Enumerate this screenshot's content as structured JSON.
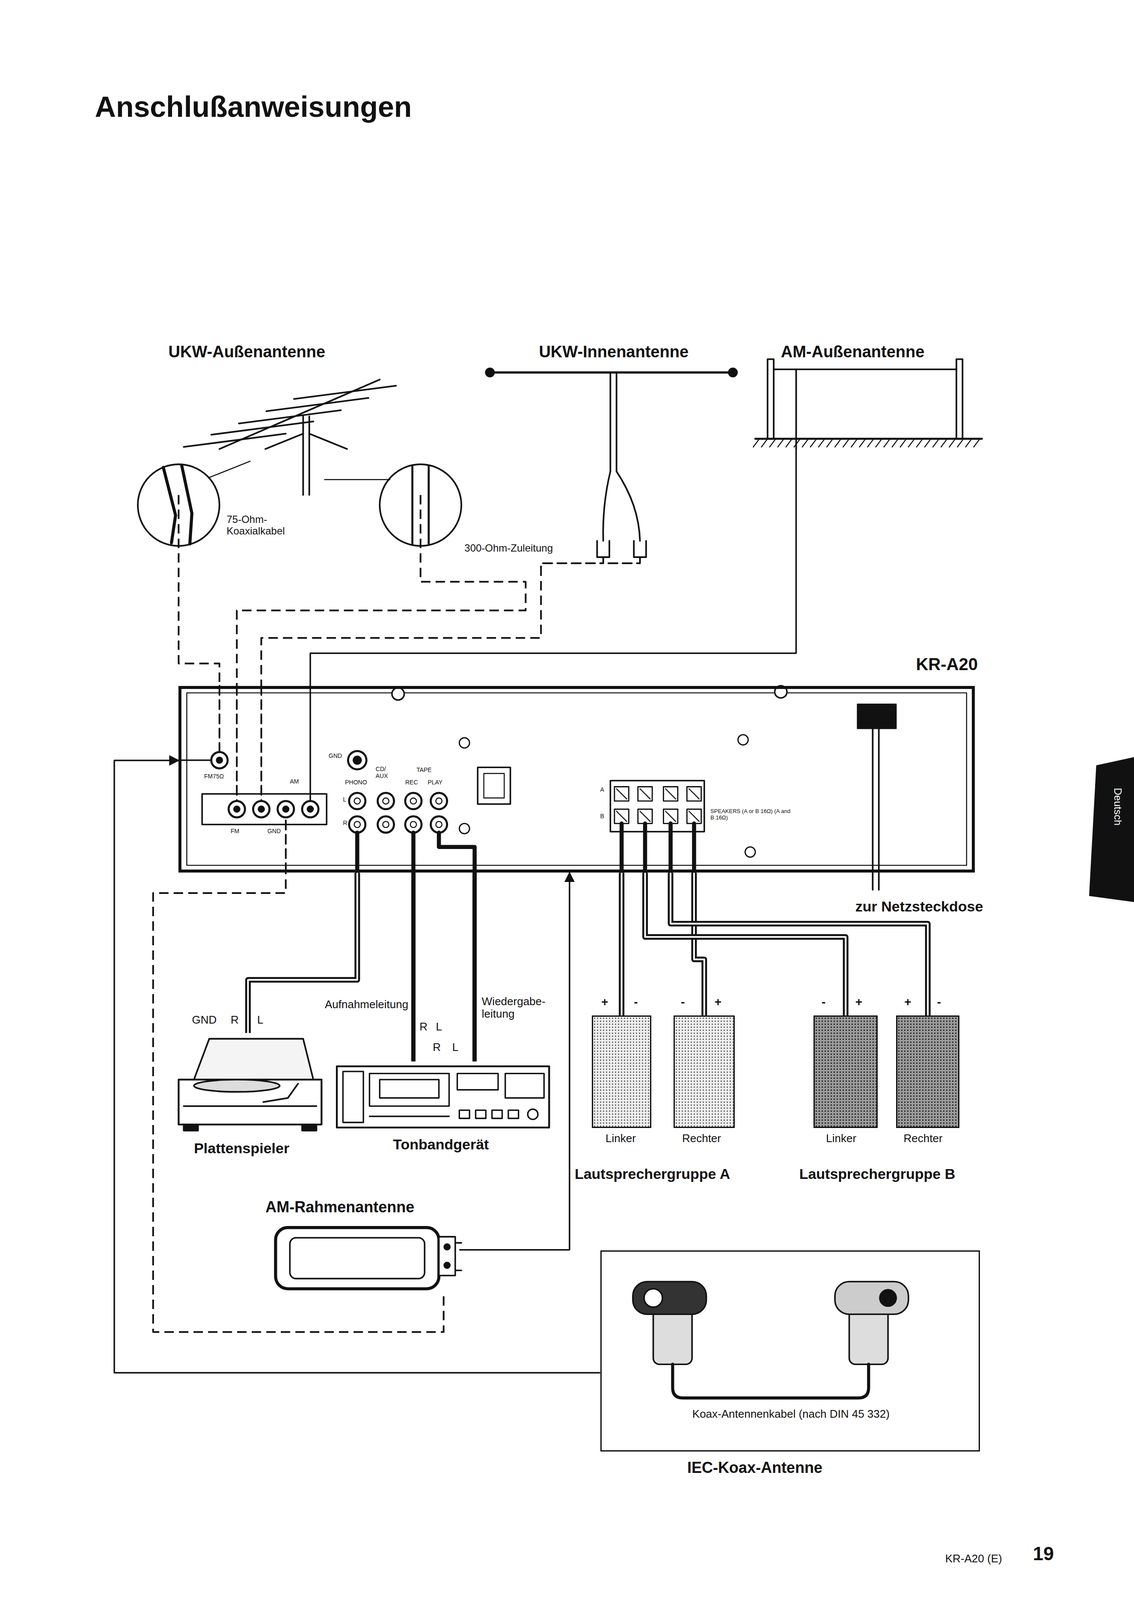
{
  "diagram": {
    "title": "Anschlußanweisungen",
    "nodes": [
      {
        "text": [
          "UKW-Außenantenne"
        ]
      },
      {
        "text": [
          "UKW-Innenantenne"
        ]
      },
      {
        "text": [
          "AM-Außenantenne"
        ]
      },
      {
        "text": [
          "KR-A20"
        ]
      },
      {
        "text": [
          "Plattenspieler"
        ]
      },
      {
        "text": [
          "Tonbandgerät"
        ]
      },
      {
        "text": [
          "Linker"
        ]
      },
      {
        "text": [
          "Rechter"
        ]
      },
      {
        "text": [
          "Linker"
        ]
      },
      {
        "text": [
          "Rechter"
        ]
      },
      {
        "text": [
          "AM-Rahmenantenne"
        ]
      },
      {
        "text": [
          "Koax-Antennenkabel (nach DIN 45 332)",
          "IEC-Koax-Antenne"
        ]
      }
    ],
    "edges": [
      {
        "from": 0,
        "to": 3,
        "arrow": "none"
      },
      {
        "from": 0,
        "to": 3,
        "arrow": "none"
      },
      {
        "from": 1,
        "to": 3,
        "arrow": "none"
      },
      {
        "from": 2,
        "to": 3,
        "arrow": "none"
      },
      {
        "from": 4,
        "to": 3,
        "arrow": "none"
      },
      {
        "from": 3,
        "to": 5,
        "label": "Aufnahmeleitung",
        "arrow": "none"
      },
      {
        "from": 5,
        "to": 3,
        "label": "Wiedergabe- leitung",
        "arrow": "none"
      },
      {
        "from": 6,
        "to": 3,
        "arrow": "none"
      },
      {
        "from": 7,
        "to": 3,
        "arrow": "none"
      },
      {
        "from": 8,
        "to": 3,
        "arrow": "none"
      },
      {
        "from": 9,
        "to": 3,
        "arrow": "none"
      },
      {
        "from": 10,
        "to": 3,
        "arrow": "none"
      },
      {
        "from": 10,
        "to": 3,
        "arrow": "to"
      },
      {
        "from": 11,
        "to": 3,
        "arrow": "to"
      }
    ],
    "labels": [
      "75-Ohm- Koaxialkabel",
      "300-Ohm-Zuleitung",
      "GND",
      "PHONO",
      "CD/ AUX",
      "TAPE",
      "REC",
      "PLAY",
      "L",
      "R",
      "FM75Ω",
      "AM",
      "FM",
      "GND",
      "A",
      "B",
      "SPEAKERS (A or B 16Ω) (A and B 16Ω)",
      "zur Netzsteckdose",
      "GND",
      "R",
      "L",
      "R",
      "L",
      "R",
      "L",
      "+",
      "-",
      "-",
      "+",
      "-",
      "+",
      "+",
      "-",
      "Lautsprechergruppe A",
      "Lautsprechergruppe B",
      "Deutsch",
      "KR-A20 (E)",
      "19"
    ]
  }
}
